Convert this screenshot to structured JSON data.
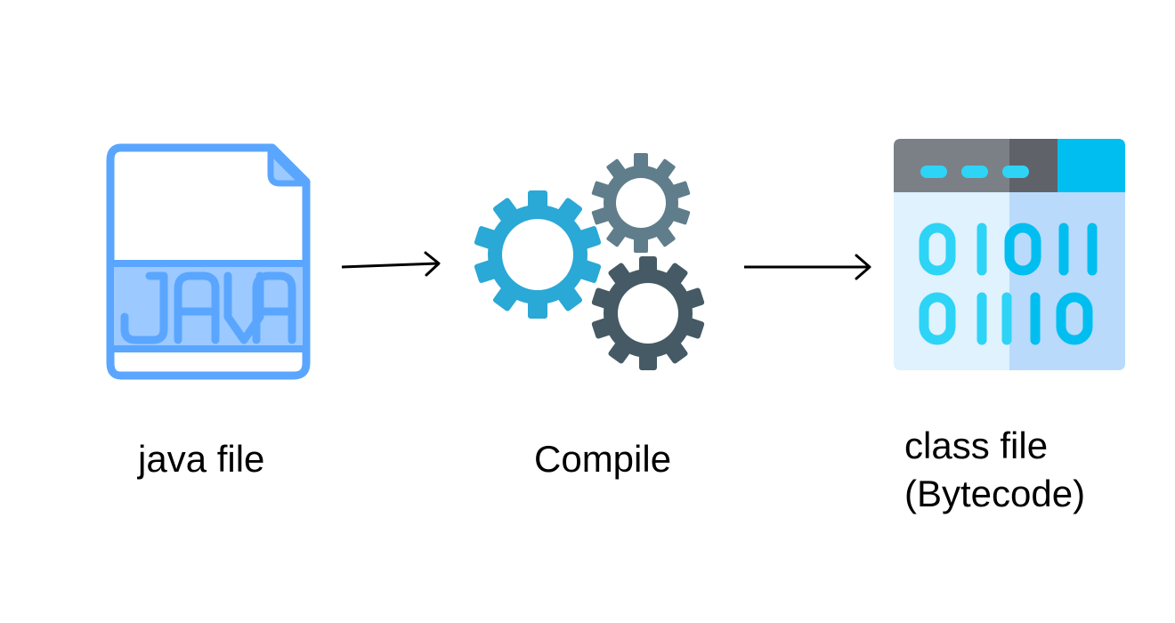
{
  "steps": [
    {
      "label": "java file",
      "icon": "java-file-icon",
      "icon_text": "JAVA"
    },
    {
      "label": "Compile",
      "icon": "gears-icon"
    },
    {
      "label": "class file\n(Bytecode)",
      "icon": "binary-window-icon",
      "binary_rows": [
        "01011",
        "01110"
      ]
    }
  ],
  "colors": {
    "java_outline": "#5aa6ff",
    "java_band": "#9cc9ff",
    "gear_top": "#607d8b",
    "gear_left": "#2aa8d6",
    "gear_bottom": "#455a64",
    "window_bar": "#7b8087",
    "window_bar_dark": "#5f6369",
    "window_accent": "#00bff0",
    "window_body_light": "#dff2fe",
    "window_body_dark": "#b9dafb",
    "binary_digits": "#2dd4f6"
  }
}
